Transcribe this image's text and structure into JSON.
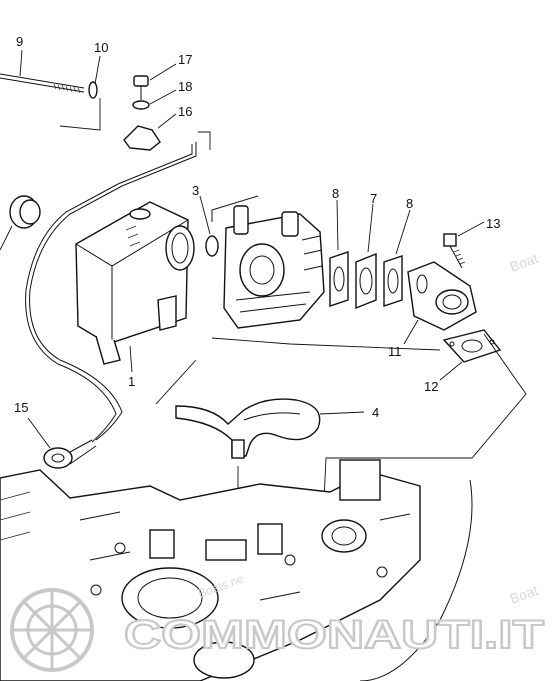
{
  "diagram": {
    "callouts": [
      {
        "id": "9",
        "text": "9"
      },
      {
        "id": "10",
        "text": "10"
      },
      {
        "id": "17",
        "text": "17"
      },
      {
        "id": "18",
        "text": "18"
      },
      {
        "id": "16",
        "text": "16"
      },
      {
        "id": "3",
        "text": "3"
      },
      {
        "id": "8a",
        "text": "8"
      },
      {
        "id": "7",
        "text": "7"
      },
      {
        "id": "8b",
        "text": "8"
      },
      {
        "id": "13",
        "text": "13"
      },
      {
        "id": "11",
        "text": "11"
      },
      {
        "id": "12",
        "text": "12"
      },
      {
        "id": "1",
        "text": "1"
      },
      {
        "id": "15",
        "text": "15"
      },
      {
        "id": "4",
        "text": "4"
      }
    ]
  },
  "watermarks": {
    "corner_top": "Boat",
    "corner_bottom": "Boat",
    "faint_mid": "Boats.ne",
    "brand": "COMMONAUTI.IT"
  }
}
